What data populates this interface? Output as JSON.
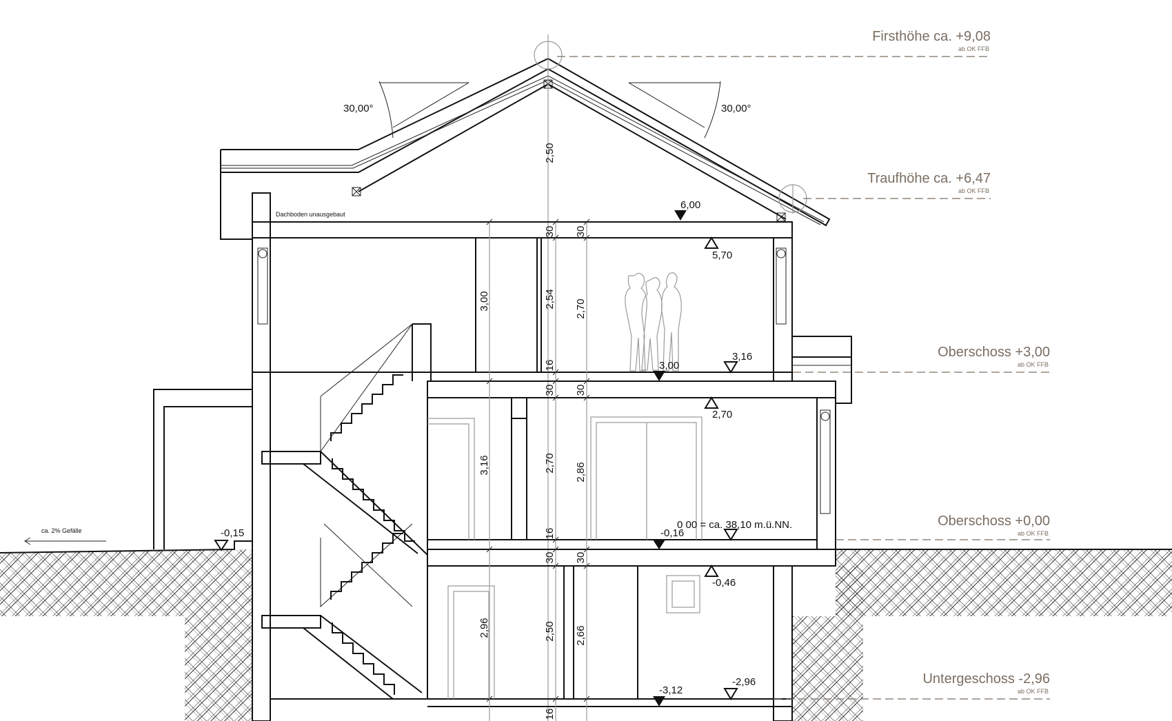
{
  "levels": [
    {
      "label": "Firsthöhe ca. +9,08",
      "sub": "ab OK FFB"
    },
    {
      "label": "Traufhöhe ca. +6,47",
      "sub": "ab OK FFB"
    },
    {
      "label": "Oberschoss +3,00",
      "sub": "ab OK FFB"
    },
    {
      "label": "Oberschoss +0,00",
      "sub": "ab OK FFB"
    },
    {
      "label": "Untergeschoss -2,96",
      "sub": "ab OK FFB"
    }
  ],
  "roof_angles": [
    "30,00°",
    "30,00°"
  ],
  "attic_label": "Dachboden unausgebaut",
  "slope_label": "ca. 2% Gefälle",
  "reference_label": "0 00 = ca. 38,10 m.ü.NN.",
  "elevation_marks": [
    "6,00",
    "5,70",
    "3,16",
    "3,00",
    "2,70",
    "-0,16",
    "-0,46",
    "-3,12",
    "-2,96",
    "-0,15"
  ],
  "dimensions": [
    "2,50",
    "30",
    "30",
    "3,00",
    "2,54",
    "2,70",
    "16",
    "30",
    "30",
    "3,16",
    "2,70",
    "2,86",
    "16",
    "30",
    "30",
    "2,96",
    "2,50",
    "2,66",
    "16"
  ],
  "colors": {
    "level_text": "#7a6e62",
    "lines": "#111111"
  }
}
